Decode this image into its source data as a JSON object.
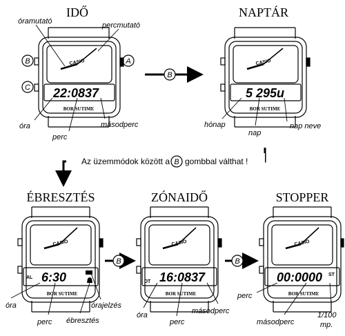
{
  "modes": {
    "time": {
      "title": "IDŐ",
      "lcd": "22:0837",
      "labels": {
        "hour_hand": "óramutató",
        "minute_hand": "percmutató",
        "hour": "óra",
        "minute": "perc",
        "second": "másodperc"
      },
      "buttons": {
        "b": "B",
        "a": "A",
        "c": "C"
      }
    },
    "calendar": {
      "title": "NAPTÁR",
      "lcd": "5 295u",
      "labels": {
        "month": "hónap",
        "day": "nap",
        "day_name": "nap neve"
      }
    },
    "alarm": {
      "title": "ÉBRESZTÉS",
      "lcd": "6:30",
      "indicator": "AL",
      "labels": {
        "hour": "óra",
        "minute": "perc",
        "alarm": "ébresztés",
        "chime": "órajelzés"
      }
    },
    "zone": {
      "title": "ZÓNAIDŐ",
      "lcd": "16:0837",
      "indicator": "DT",
      "labels": {
        "hour": "óra",
        "minute": "perc",
        "second": "másodperc"
      }
    },
    "stopwatch": {
      "title": "STOPPER",
      "lcd": "00:0000",
      "indicator": "ST",
      "labels": {
        "minute": "perc",
        "second": "másodperc",
        "hundredths_1": "1/100",
        "hundredths_2": "mp."
      }
    }
  },
  "brand": "CASIO",
  "bottom_text": "BOR SUTIME",
  "instruction": {
    "before": "Az üzemmódok között a",
    "button": "B",
    "after": "gombbal válthat !"
  },
  "arrow_button": "B",
  "colors": {
    "ink": "#000000",
    "background": "#ffffff"
  }
}
